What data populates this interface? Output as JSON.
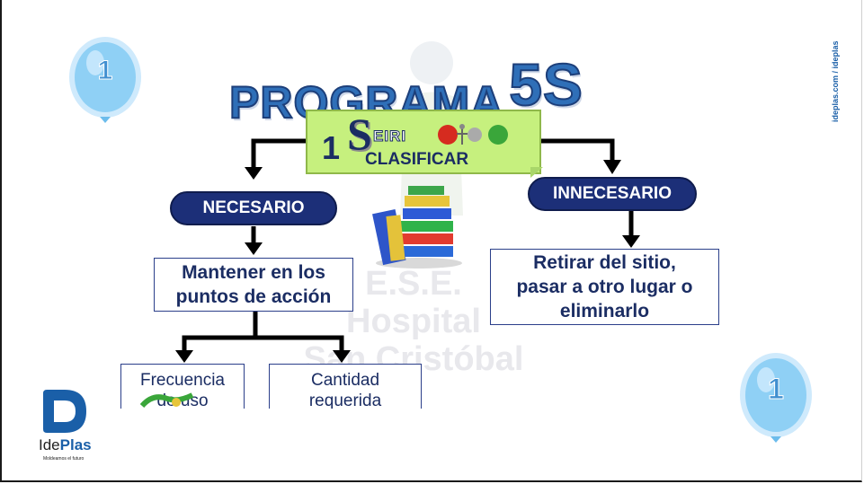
{
  "title": {
    "word": "PROGRAMA",
    "five_s": "5S"
  },
  "center": {
    "number": "1",
    "s_letter": "S",
    "seiri": "EIRI",
    "clasificar": "CLASIFICAR"
  },
  "left_branch": {
    "label": "NECESARIO",
    "box": [
      "Mantener en los",
      "puntos de acción"
    ],
    "children": [
      {
        "lines": [
          "Frecuencia",
          "de uso"
        ]
      },
      {
        "lines": [
          "Cantidad",
          "requerida"
        ]
      }
    ]
  },
  "right_branch": {
    "label": "INNECESARIO",
    "box": [
      "Retirar del sitio,",
      "pasar a otro lugar o",
      "eliminarlo"
    ]
  },
  "watermark": [
    "E.S.E.",
    "Hospital",
    "San Cristóbal"
  ],
  "balloon_number": "1",
  "logo": {
    "ide": "Ide",
    "plas": "Plas",
    "tagline": "Moldeamos el futuro"
  },
  "side_handle": "ideplas.com / ideplas",
  "colors": {
    "navy": "#1c2f78",
    "lime": "#c6f07e",
    "title_blue": "#2f6fb8",
    "balloon": "#8fd0f5"
  }
}
